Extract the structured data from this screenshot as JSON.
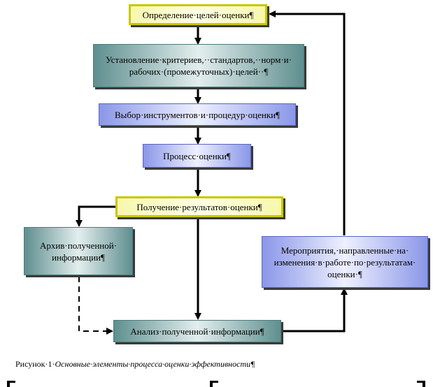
{
  "diagram": {
    "nodes": {
      "define_goals": "Определение·целей·оценки¶",
      "criteria": "Установление·критериев,··стандартов,··норм·и·\nрабочих·(промежуточных)·целей··¶",
      "tools": "Выбор·инструментов·и·процедур·оценки¶",
      "process": "Процесс·оценки¶",
      "results": "Получение·результатов·оценки¶",
      "archive": "Архив·полученной·\nинформации¶",
      "measures": "Мероприятия,·направленные·на·\nизменения·в·работе·по·результатам·\nоценки·¶",
      "analysis": "Анализ·полученной·информации¶"
    },
    "edges": [
      {
        "from": "define_goals",
        "to": "criteria",
        "style": "solid"
      },
      {
        "from": "criteria",
        "to": "tools",
        "style": "solid"
      },
      {
        "from": "tools",
        "to": "process",
        "style": "solid"
      },
      {
        "from": "process",
        "to": "results",
        "style": "solid"
      },
      {
        "from": "results",
        "to": "archive",
        "style": "solid"
      },
      {
        "from": "results",
        "to": "analysis",
        "style": "solid"
      },
      {
        "from": "archive",
        "to": "analysis",
        "style": "dashed"
      },
      {
        "from": "analysis",
        "to": "measures",
        "style": "solid"
      },
      {
        "from": "measures",
        "to": "define_goals",
        "style": "solid"
      }
    ]
  },
  "caption": {
    "label": "Рисунок·1·",
    "text": "Основные·элементы·процесса·оценки·эффективности¶"
  }
}
